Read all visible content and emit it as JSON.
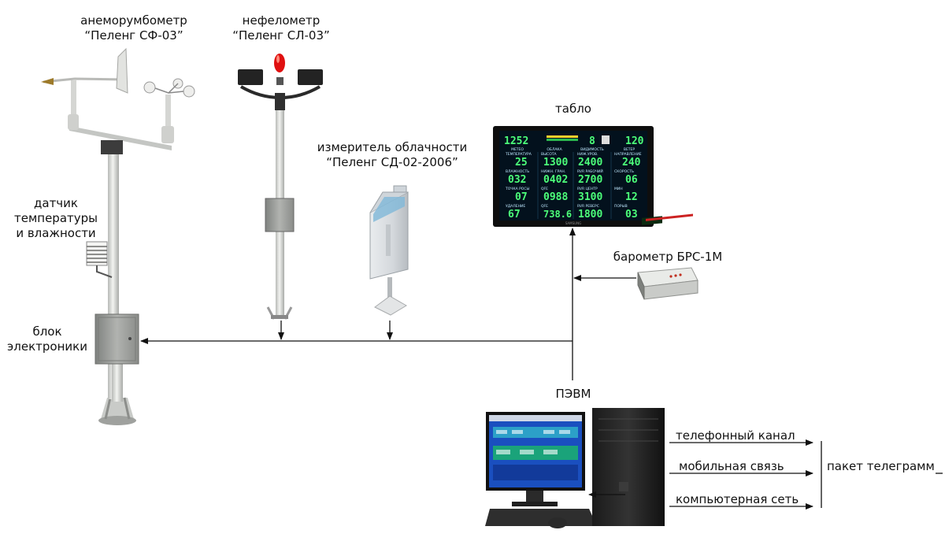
{
  "labels": {
    "anemo": "анеморумбометр\n“Пеленг СФ-03”",
    "nephelo": "нефелометр\n“Пеленг СЛ-03”",
    "cloud": "измеритель облачности\n“Пеленг СД-02-2006”",
    "tablo": "табло",
    "sensor": "датчик\nтемпературы\nи влажности",
    "block": "блок\nэлектроники",
    "barometer": "барометр БРС-1М",
    "pc": "ПЭВМ",
    "phone": "телефонный канал",
    "mobile": "мобильная связь",
    "network": "компьютерная сеть",
    "packet": "пакет телеграмм"
  },
  "display": {
    "brand": "SAMSUNG",
    "top": {
      "left": "1252",
      "mid": "8",
      "right": "120"
    },
    "headers": [
      "МЕТЕО",
      "ОБЛАКА",
      "ВИДИМОСТЬ",
      "ВЕТЕР"
    ],
    "rows": [
      {
        "captions": [
          "ТЕМПЕРАТУРА",
          "ВЫСОТА",
          "НИЖ.УРОВ.",
          "НАПРАВЛЕНИЕ"
        ],
        "values": [
          "25",
          "1300",
          "2400",
          "240"
        ]
      },
      {
        "captions": [
          "ВЛАЖНОСТЬ",
          "НИЖН. ГРАН.",
          "RVR РАБОЧИЙ",
          "СКОРОСТЬ"
        ],
        "values": [
          "032",
          "0402",
          "2700",
          "06"
        ]
      },
      {
        "captions": [
          "ТОЧКА РОСЫ",
          "QFE",
          "RVR ЦЕНТР",
          "МИН"
        ],
        "values": [
          "07",
          "0988",
          "3100",
          "12"
        ]
      },
      {
        "captions": [
          "УДАЛЕНИЕ",
          "QFE",
          "RVR РЕВЕРС",
          "ПОРЫВ"
        ],
        "values": [
          "67",
          "738.6",
          "1800",
          "03"
        ]
      }
    ]
  },
  "colors": {
    "line": "#111111",
    "pole": "#d8d9d6",
    "box": "#9a9c9a",
    "screen": "#03111d",
    "digits": "#4cff7a",
    "beacon": "#e01010"
  },
  "icons": [
    "anemometer",
    "nephelometer",
    "ceilometer",
    "thermo-hygro-sensor",
    "electronics-box",
    "display-board",
    "barometer",
    "computer"
  ]
}
